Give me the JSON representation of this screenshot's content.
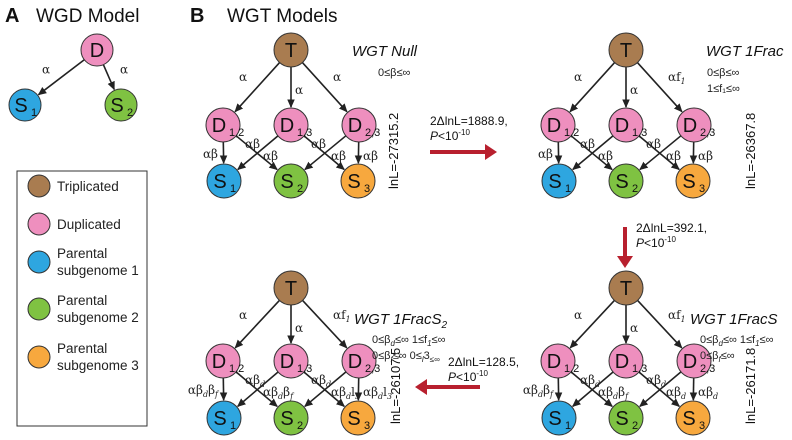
{
  "colors": {
    "triplicated": "#a97c50",
    "duplicated": "#ee8fbe",
    "subgenome1": "#2ea6e0",
    "subgenome2": "#7fc242",
    "subgenome3": "#f7a83e",
    "arrow_red": "#b8202e",
    "edge": "#222222"
  },
  "panelA": {
    "letter": "A",
    "title": "WGD Model",
    "root": {
      "label": "D",
      "type": "duplicated"
    },
    "children": [
      {
        "label": "S",
        "sub": "1",
        "type": "subgenome1",
        "edge": "α"
      },
      {
        "label": "S",
        "sub": "2",
        "type": "subgenome2",
        "edge": "α"
      }
    ]
  },
  "legend": {
    "items": [
      {
        "type": "triplicated",
        "lines": [
          "Triplicated"
        ]
      },
      {
        "type": "duplicated",
        "lines": [
          "Duplicated"
        ]
      },
      {
        "type": "subgenome1",
        "lines": [
          "Parental",
          "subgenome 1"
        ]
      },
      {
        "type": "subgenome2",
        "lines": [
          "Parental",
          "subgenome 2"
        ]
      },
      {
        "type": "subgenome3",
        "lines": [
          "Parental",
          "subgenome 3"
        ]
      }
    ]
  },
  "panelB": {
    "letter": "B",
    "title": "WGT Models",
    "models": [
      {
        "id": "null",
        "name": "WGT Null",
        "constraints": [
          [
            "0≤β≤∞"
          ]
        ],
        "lnL": "lnL=-27315.2",
        "top_edges": [
          [
            "α"
          ],
          [
            "α"
          ],
          [
            "α"
          ]
        ],
        "cross_edges": {
          "d12_s1": [
            "αβ"
          ],
          "d12_s2": [
            "αβ"
          ],
          "d13_s1": [
            "αβ"
          ],
          "d13_s3": [
            "αβ"
          ],
          "d23_s2": [
            "αβ"
          ],
          "d23_s3": [
            "αβ"
          ]
        }
      },
      {
        "id": "1frac",
        "name": "WGT 1Frac",
        "constraints": [
          [
            "0≤β≤∞"
          ],
          [
            "1≤f₁≤∞"
          ]
        ],
        "lnL": "lnL=-26367.8",
        "top_edges": [
          [
            "α"
          ],
          [
            "α"
          ],
          [
            "αf",
            "1"
          ]
        ],
        "cross_edges": {
          "d12_s1": [
            "αβ"
          ],
          "d12_s2": [
            "αβ"
          ],
          "d13_s1": [
            "αβ"
          ],
          "d13_s3": [
            "αβ"
          ],
          "d23_s2": [
            "αβ"
          ],
          "d23_s3": [
            "αβ"
          ]
        }
      },
      {
        "id": "1fracs",
        "name": "WGT 1FracS",
        "constraints": [
          [
            "0≤β",
            "d",
            "≤∞  1≤f",
            "1",
            "≤∞"
          ],
          [
            "0≤β",
            "f",
            "≤∞"
          ]
        ],
        "lnL": "lnL=-26171.8",
        "top_edges": [
          [
            "α"
          ],
          [
            "α"
          ],
          [
            "αf",
            "1"
          ]
        ],
        "cross_edges": {
          "d12_s1": [
            "αβ",
            "d",
            "β",
            "f"
          ],
          "d12_s2": [
            "αβ",
            "d"
          ],
          "d13_s1": [
            "αβ",
            "d",
            "β",
            "f"
          ],
          "d13_s3": [
            "αβ",
            "d"
          ],
          "d23_s2": [
            "αβ",
            "d"
          ],
          "d23_s3": [
            "αβ",
            "d"
          ]
        }
      },
      {
        "id": "1fracs2",
        "name": "WGT 1FracS",
        "name_sub": "2",
        "constraints": [
          [
            "0≤β",
            "d",
            "≤∞    1≤f",
            "1",
            "≤∞"
          ],
          [
            "0≤β",
            "f",
            "≤∞    0≤",
            "l",
            "3",
            "≤∞"
          ]
        ],
        "lnL": "lnL=-26107.5",
        "top_edges": [
          [
            "α"
          ],
          [
            "α"
          ],
          [
            "αf",
            "1"
          ]
        ],
        "cross_edges": {
          "d12_s1": [
            "αβ",
            "d",
            "β",
            "f"
          ],
          "d12_s2": [
            "αβ",
            "d"
          ],
          "d13_s1": [
            "αβ",
            "d",
            "β",
            "f"
          ],
          "d13_s3": [
            "αβ",
            "d"
          ],
          "d23_s2": [
            "αβ",
            "d",
            "l",
            "3"
          ],
          "d23_s3": [
            "αβ",
            "d",
            "l",
            "3"
          ]
        }
      }
    ],
    "tests": [
      {
        "from": "null",
        "to": "1frac",
        "stat": "2ΔlnL=1888.9,",
        "p": "P<10",
        "p_exp": "-10"
      },
      {
        "from": "1frac",
        "to": "1fracs",
        "stat": "2ΔlnL=392.1,",
        "p": "P<10",
        "p_exp": "-10"
      },
      {
        "from": "1fracs",
        "to": "1fracs2",
        "stat": "2ΔlnL=128.5,",
        "p": "P<10",
        "p_exp": "-10"
      }
    ]
  }
}
